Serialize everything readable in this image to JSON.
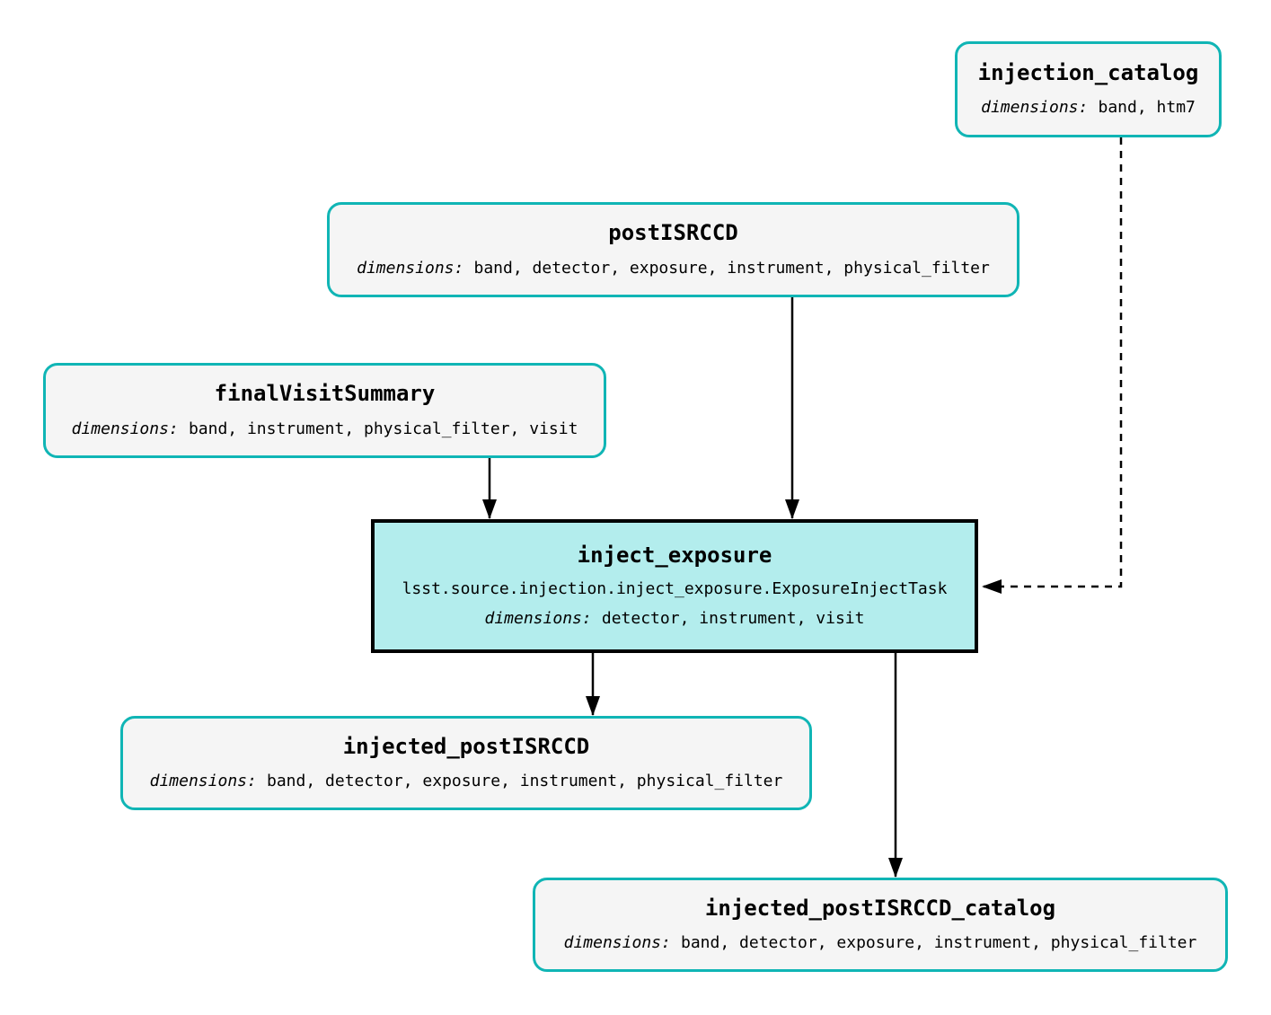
{
  "colors": {
    "node-border": "#10b5b5",
    "dataset-fill": "#f5f5f5",
    "task-fill": "#b3eded",
    "task-border": "#000000",
    "edge": "#000000",
    "text": "#000000"
  },
  "labels": {
    "dimensions": "dimensions:"
  },
  "nodes": {
    "injection_catalog": {
      "title": "injection_catalog",
      "dimensions": "band, htm7"
    },
    "postISRCCD": {
      "title": "postISRCCD",
      "dimensions": "band, detector, exposure, instrument, physical_filter"
    },
    "finalVisitSummary": {
      "title": "finalVisitSummary",
      "dimensions": "band, instrument, physical_filter, visit"
    },
    "inject_exposure": {
      "title": "inject_exposure",
      "task_class": "lsst.source.injection.inject_exposure.ExposureInjectTask",
      "dimensions": "detector, instrument, visit"
    },
    "injected_postISRCCD": {
      "title": "injected_postISRCCD",
      "dimensions": "band, detector, exposure, instrument, physical_filter"
    },
    "injected_postISRCCD_catalog": {
      "title": "injected_postISRCCD_catalog",
      "dimensions": "band, detector, exposure, instrument, physical_filter"
    }
  }
}
